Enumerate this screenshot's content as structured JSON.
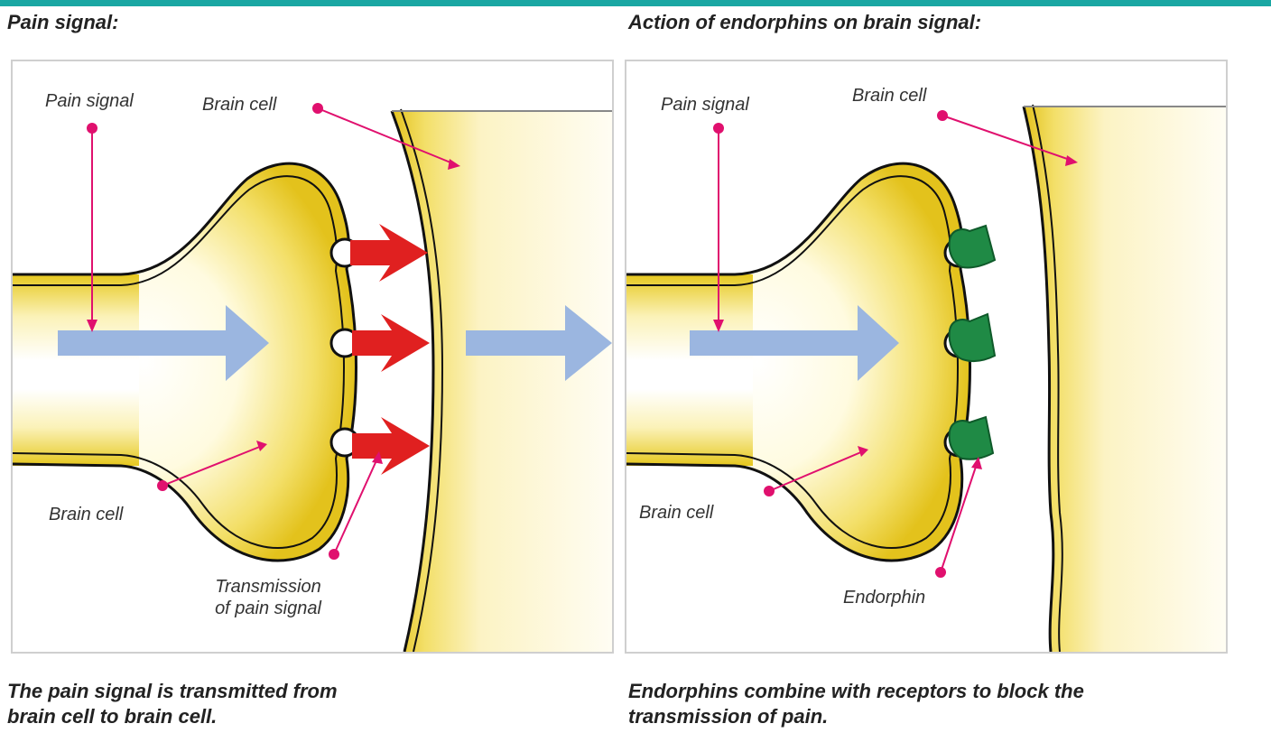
{
  "left": {
    "heading": "Pain signal:",
    "labels": {
      "pain_signal": "Pain signal",
      "brain_cell_top": "Brain cell",
      "brain_cell_bottom": "Brain cell",
      "transmission_line1": "Transmission",
      "transmission_line2": "of pain signal"
    },
    "caption_line1": "The pain signal is transmitted from",
    "caption_line2": "brain cell to brain cell."
  },
  "right": {
    "heading": "Action of endorphins on brain signal:",
    "labels": {
      "pain_signal": "Pain signal",
      "brain_cell_top": "Brain cell",
      "brain_cell_bottom": "Brain cell",
      "endorphin": "Endorphin"
    },
    "caption_line1": "Endorphins combine with receptors to block the",
    "caption_line2": "transmission of pain."
  },
  "colors": {
    "accent_bar": "#1aa7a3",
    "cell_yellow": "#e6c81e",
    "signal_arrow": "#9bb6e0",
    "transmission_arrow": "#e02020",
    "endorphin_green": "#1f8a45",
    "pointer_magenta": "#e0106e"
  }
}
